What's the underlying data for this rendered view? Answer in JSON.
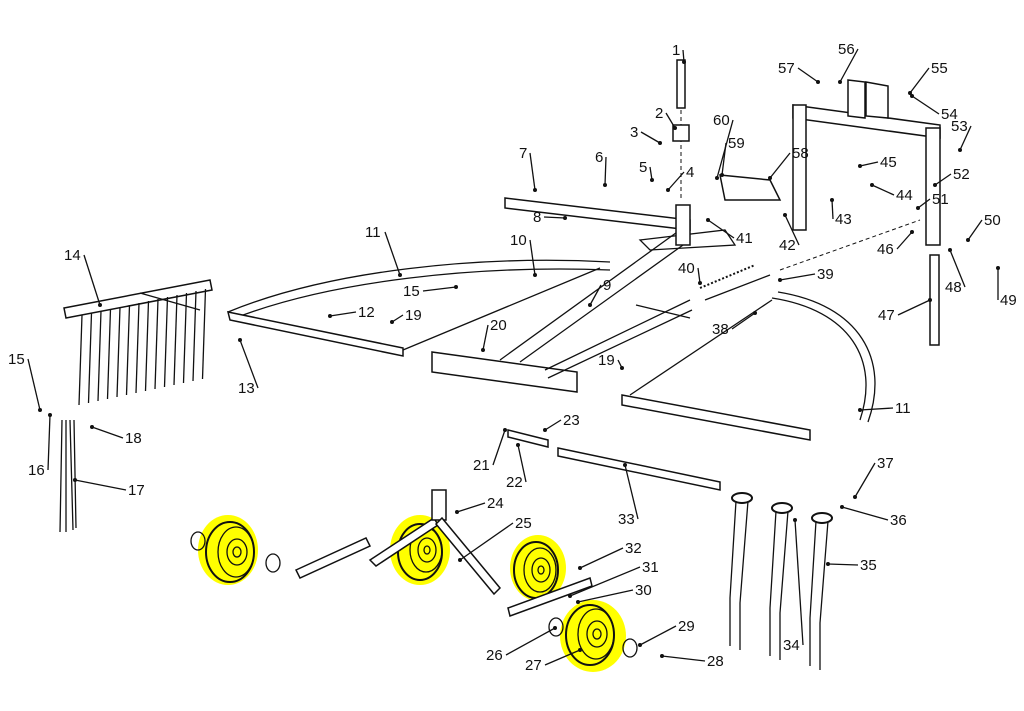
{
  "diagram": {
    "type": "exploded-parts-diagram",
    "subject": "Tow-behind rake / landscape rake assembly",
    "highlight_color": "#ffff00",
    "highlighted_parts": [
      "27"
    ],
    "part_labels": [
      "1",
      "2",
      "3",
      "4",
      "5",
      "6",
      "7",
      "8",
      "9",
      "10",
      "11",
      "12",
      "13",
      "14",
      "15",
      "16",
      "17",
      "18",
      "19",
      "20",
      "21",
      "22",
      "23",
      "24",
      "25",
      "26",
      "27",
      "28",
      "29",
      "30",
      "31",
      "32",
      "33",
      "34",
      "35",
      "36",
      "37",
      "38",
      "39",
      "40",
      "41",
      "42",
      "43",
      "44",
      "45",
      "46",
      "47",
      "48",
      "49",
      "50",
      "51",
      "52",
      "53",
      "54",
      "55",
      "56",
      "57",
      "58",
      "59",
      "60"
    ],
    "callouts": [
      {
        "id": "c1",
        "label": "1"
      },
      {
        "id": "c2",
        "label": "2"
      },
      {
        "id": "c3",
        "label": "3"
      },
      {
        "id": "c4",
        "label": "4"
      },
      {
        "id": "c5",
        "label": "5"
      },
      {
        "id": "c6",
        "label": "6"
      },
      {
        "id": "c7",
        "label": "7"
      },
      {
        "id": "c8",
        "label": "8"
      },
      {
        "id": "c9",
        "label": "9"
      },
      {
        "id": "c10",
        "label": "10"
      },
      {
        "id": "c11a",
        "label": "11"
      },
      {
        "id": "c11b",
        "label": "11"
      },
      {
        "id": "c12",
        "label": "12"
      },
      {
        "id": "c13",
        "label": "13"
      },
      {
        "id": "c14",
        "label": "14"
      },
      {
        "id": "c15a",
        "label": "15"
      },
      {
        "id": "c15b",
        "label": "15"
      },
      {
        "id": "c16",
        "label": "16"
      },
      {
        "id": "c17",
        "label": "17"
      },
      {
        "id": "c18",
        "label": "18"
      },
      {
        "id": "c19a",
        "label": "19"
      },
      {
        "id": "c19b",
        "label": "19"
      },
      {
        "id": "c20",
        "label": "20"
      },
      {
        "id": "c21",
        "label": "21"
      },
      {
        "id": "c22",
        "label": "22"
      },
      {
        "id": "c23",
        "label": "23"
      },
      {
        "id": "c24",
        "label": "24"
      },
      {
        "id": "c25",
        "label": "25"
      },
      {
        "id": "c26",
        "label": "26"
      },
      {
        "id": "c27",
        "label": "27"
      },
      {
        "id": "c28",
        "label": "28"
      },
      {
        "id": "c29",
        "label": "29"
      },
      {
        "id": "c30",
        "label": "30"
      },
      {
        "id": "c31",
        "label": "31"
      },
      {
        "id": "c32",
        "label": "32"
      },
      {
        "id": "c33",
        "label": "33"
      },
      {
        "id": "c34",
        "label": "34"
      },
      {
        "id": "c35",
        "label": "35"
      },
      {
        "id": "c36",
        "label": "36"
      },
      {
        "id": "c37",
        "label": "37"
      },
      {
        "id": "c38",
        "label": "38"
      },
      {
        "id": "c39",
        "label": "39"
      },
      {
        "id": "c40",
        "label": "40"
      },
      {
        "id": "c41",
        "label": "41"
      },
      {
        "id": "c42",
        "label": "42"
      },
      {
        "id": "c43",
        "label": "43"
      },
      {
        "id": "c44",
        "label": "44"
      },
      {
        "id": "c45",
        "label": "45"
      },
      {
        "id": "c46",
        "label": "46"
      },
      {
        "id": "c47",
        "label": "47"
      },
      {
        "id": "c48",
        "label": "48"
      },
      {
        "id": "c49",
        "label": "49"
      },
      {
        "id": "c50",
        "label": "50"
      },
      {
        "id": "c51",
        "label": "51"
      },
      {
        "id": "c52",
        "label": "52"
      },
      {
        "id": "c53",
        "label": "53"
      },
      {
        "id": "c54",
        "label": "54"
      },
      {
        "id": "c55",
        "label": "55"
      },
      {
        "id": "c56",
        "label": "56"
      },
      {
        "id": "c57",
        "label": "57"
      },
      {
        "id": "c58",
        "label": "58"
      },
      {
        "id": "c59",
        "label": "59"
      },
      {
        "id": "c60",
        "label": "60"
      }
    ]
  }
}
